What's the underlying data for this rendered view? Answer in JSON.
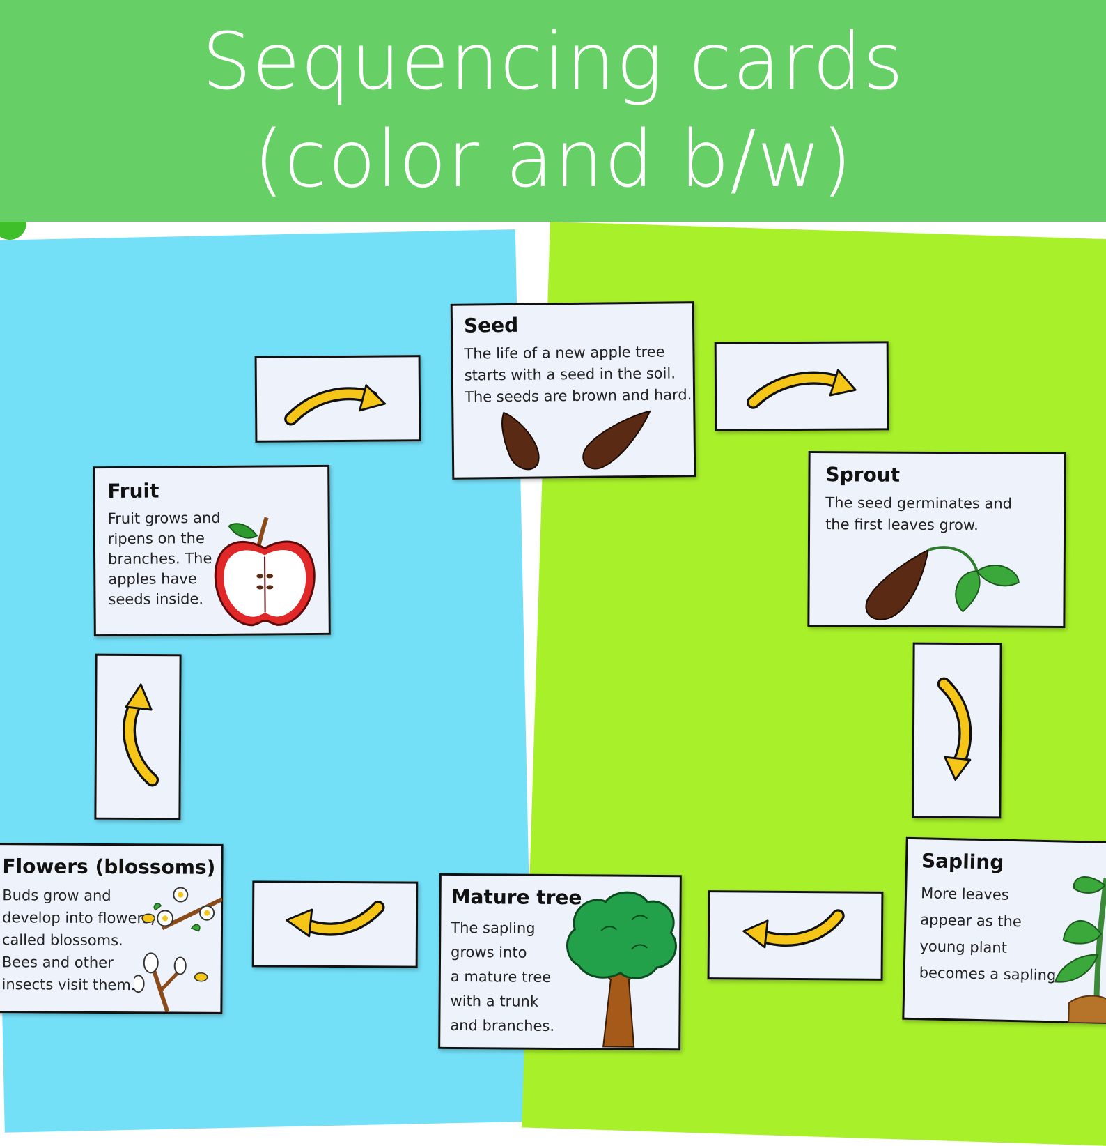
{
  "banner": {
    "line1": "Sequencing cards",
    "line2": "(color and b/w)"
  },
  "colors": {
    "banner": "#66d066",
    "paper_blue": "#74e0f8",
    "paper_green": "#a8f02a",
    "arrow": "#f5c518",
    "seed": "#5a2a14",
    "leaf": "#3aa83a",
    "apple": "#e02828"
  },
  "cards": {
    "seed": {
      "title": "Seed",
      "desc": "The life of a new apple tree\nstarts with a seed in the soil.\nThe seeds are brown and hard.",
      "icon": "seed-icon"
    },
    "sprout": {
      "title": "Sprout",
      "desc": "The seed germinates and\nthe first leaves grow.",
      "icon": "sprout-icon"
    },
    "sapling": {
      "title": "Sapling",
      "desc": "More leaves\nappear as the\nyoung plant\nbecomes a sapling.",
      "icon": "sapling-icon"
    },
    "mature_tree": {
      "title": "Mature tree",
      "desc": "The sapling\ngrows into\na mature tree\nwith a trunk\nand branches.",
      "icon": "tree-icon"
    },
    "flowers": {
      "title": "Flowers (blossoms)",
      "desc": "Buds grow and\ndevelop into flowers,\ncalled blossoms.\nBees and other\ninsects visit them.",
      "icon": "blossom-icon"
    },
    "fruit": {
      "title": "Fruit",
      "desc": "Fruit grows and\nripens on the\nbranches. The\napples have\nseeds inside.",
      "icon": "apple-icon"
    }
  }
}
